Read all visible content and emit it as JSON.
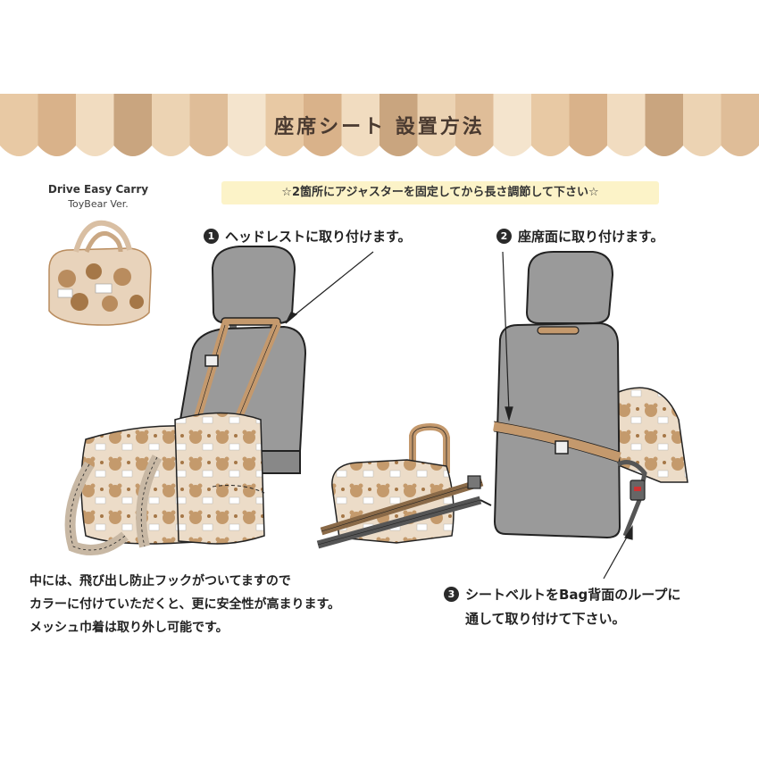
{
  "banner": {
    "title": "座席シート 設置方法",
    "colors": [
      "#e8c9a4",
      "#d9b28a",
      "#f1dcc0",
      "#c9a57f",
      "#ecd3b3",
      "#dfbd98",
      "#f4e4cd"
    ]
  },
  "product": {
    "name": "Drive Easy Carry",
    "version": "ToyBear Ver."
  },
  "note": "☆2箇所にアジャスターを固定してから長さ調節して下さい☆",
  "steps": [
    {
      "num": "1",
      "text": "ヘッドレストに取り付けます。"
    },
    {
      "num": "2",
      "text": "座席面に取り付けます。"
    },
    {
      "num": "3",
      "line1": "シートベルトをBag背面のループに",
      "line2": "通して取り付けて下さい。"
    }
  ],
  "description": [
    "中には、飛び出し防止フックがついてますので",
    "カラーに付けていただくと、更に安全性が高まります。",
    "メッシュ巾着は取り外し可能です。"
  ],
  "colors": {
    "seat": "#9a9a9a",
    "seat_dark": "#7c7c7c",
    "strap": "#c4996d",
    "bag": "#e8d3bb",
    "bag_pattern": "#b98c5e",
    "note_bg": "#fcf3c8"
  }
}
